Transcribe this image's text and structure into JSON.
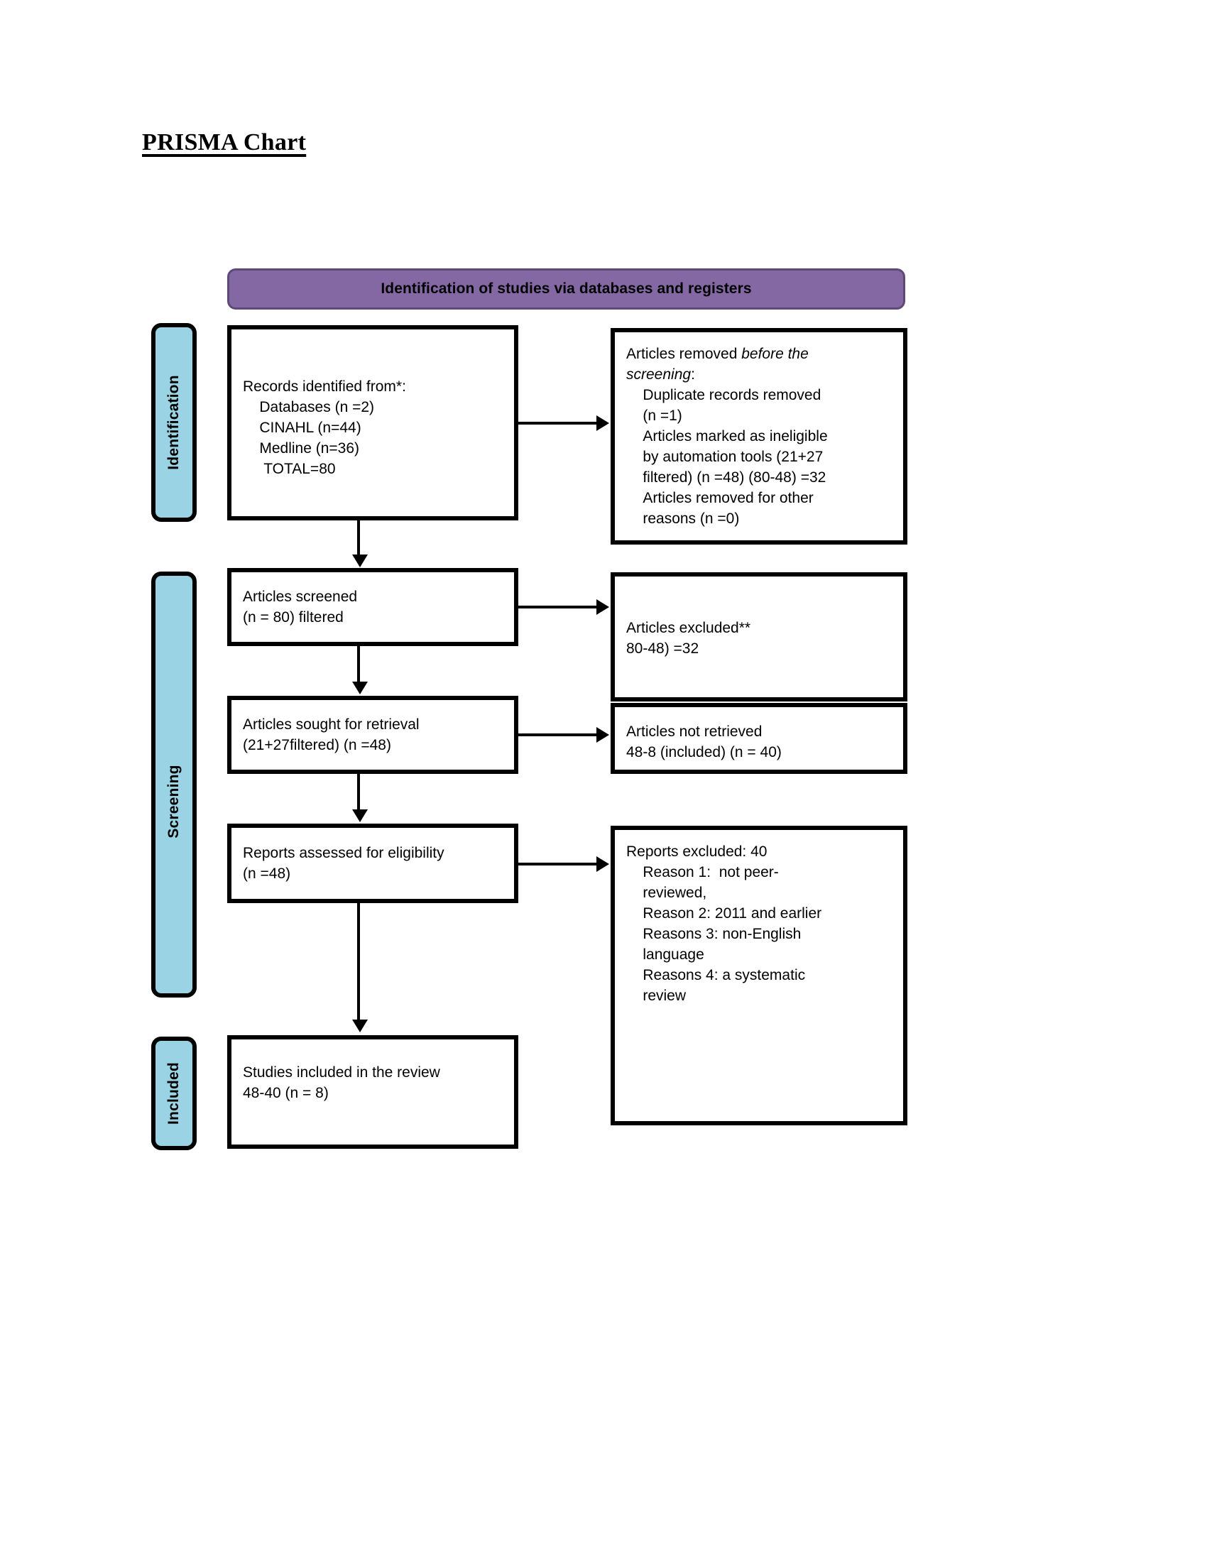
{
  "document": {
    "title": "PRISMA Chart"
  },
  "banner": {
    "label": "Identification of studies via databases and registers",
    "fill_color": "#8368a4",
    "border_color": "#5e4a77"
  },
  "rails": {
    "fill_color": "#9ad3e3",
    "border_color": "#000000",
    "items": [
      {
        "id": "identification",
        "label": "Identification"
      },
      {
        "id": "screening",
        "label": "Screening"
      },
      {
        "id": "included",
        "label": "Included"
      }
    ]
  },
  "boxes": {
    "identified": {
      "text": "Records identified from*:\n    Databases (n =2)\n    CINAHL (n=44)\n    Medline (n=36)\n     TOTAL=80"
    },
    "removed": {
      "line1_prefix": "Articles removed ",
      "line1_italic": "before the",
      "line2_italic": "screening",
      "line2_suffix": ":",
      "rest": "\n    Duplicate records removed\n    (n =1)\n    Articles marked as ineligible\n    by automation tools (21+27\n    filtered) (n =48) (80-48) =32\n    Articles removed for other\n    reasons (n =0)"
    },
    "screened": {
      "text": "Articles screened\n(n = 80) filtered"
    },
    "excluded": {
      "text": "Articles excluded**\n80-48) =32"
    },
    "sought": {
      "text": "Articles sought for retrieval\n(21+27filtered) (n =48)"
    },
    "not_retrieved": {
      "text": "Articles not retrieved\n48-8 (included) (n = 40)"
    },
    "assessed": {
      "text": "Reports assessed for eligibility\n(n =48)"
    },
    "reports_excluded": {
      "text": "Reports excluded: 40\n    Reason 1:  not peer-\n    reviewed,\n    Reason 2: 2011 and earlier\n    Reasons 3: non-English\n    language\n    Reasons 4: a systematic\n    review"
    },
    "included": {
      "text": "Studies included in the review\n48-40 (n = 8)"
    }
  },
  "chart_data": {
    "type": "diagram",
    "title": "PRISMA Chart",
    "subtitle": "Identification of studies via databases and registers",
    "stages": [
      {
        "stage": "Identification",
        "flow_box": "Records identified from*: Databases (n =2); CINAHL (n=44); Medline (n=36); TOTAL=80",
        "exclusion_box": "Articles removed before the screening: Duplicate records removed (n =1); Articles marked as ineligible by automation tools (21+27 filtered) (n =48) (80-48) =32; Articles removed for other reasons (n =0)",
        "counts": {
          "databases": 2,
          "cinahl": 44,
          "medline": 36,
          "total": 80,
          "duplicates_removed": 1,
          "ineligible_automation": 48,
          "other_reasons": 0
        }
      },
      {
        "stage": "Screening",
        "flow_box": "Articles screened (n = 80) filtered",
        "exclusion_box": "Articles excluded** 80-48) =32",
        "counts": {
          "screened": 80,
          "excluded": 32
        }
      },
      {
        "stage": "Screening",
        "flow_box": "Articles sought for retrieval (21+27filtered) (n =48)",
        "exclusion_box": "Articles not retrieved 48-8 (included) (n = 40)",
        "counts": {
          "sought": 48,
          "not_retrieved": 40
        }
      },
      {
        "stage": "Screening",
        "flow_box": "Reports assessed for eligibility (n =48)",
        "exclusion_box": "Reports excluded: 40 — Reason 1: not peer-reviewed, Reason 2: 2011 and earlier, Reasons 3: non-English language, Reasons 4: a systematic review",
        "counts": {
          "assessed": 48,
          "reports_excluded": 40
        }
      },
      {
        "stage": "Included",
        "flow_box": "Studies included in the review 48-40 (n = 8)",
        "exclusion_box": null,
        "counts": {
          "included": 8
        }
      }
    ]
  }
}
